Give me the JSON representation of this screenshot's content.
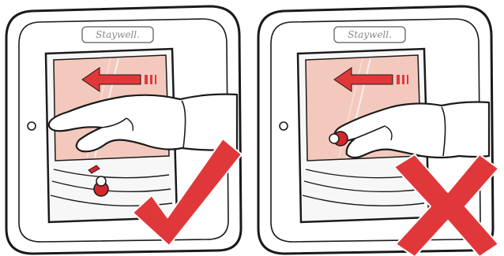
{
  "colors": {
    "outline": "#1a1a1a",
    "glass": "#f4c9bd",
    "arrow": "#e0383a",
    "check": "#e0383a",
    "cross": "#e0383a",
    "knob": "#d7262a",
    "frame": "#ffffff"
  },
  "panels": [
    {
      "brand": "Staywell.",
      "result_icon": "check-mark-icon",
      "meaning": "correct"
    },
    {
      "brand": "Staywell.",
      "result_icon": "cross-mark-icon",
      "meaning": "incorrect"
    }
  ]
}
